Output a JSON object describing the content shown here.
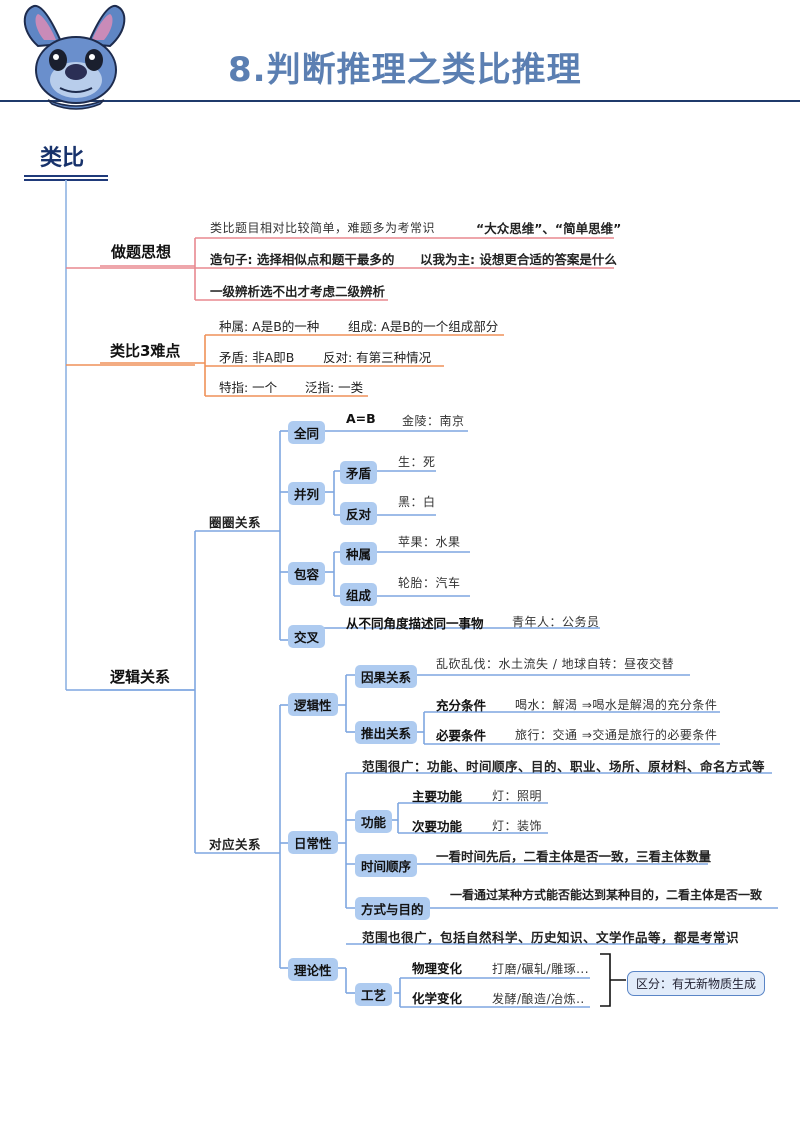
{
  "header": {
    "title": "8.判断推理之类比推理"
  },
  "section": {
    "title": "类比"
  },
  "thinking": {
    "label": "做题思想",
    "line1a": "类比题目相对比较简单，难题多为考常识",
    "line1b": "“大众思维”、“简单思维”",
    "line2a": "造句子: 选择相似点和题干最多的",
    "line2b": "以我为主: 设想更合适的答案是什么",
    "line3": "一级辨析选不出才考虑二级辨析"
  },
  "difficulty": {
    "label": "类比3难点",
    "r1a": "种属: A是B的一种",
    "r1b": "组成: A是B的一个组成部分",
    "r2a": "矛盾: 非A即B",
    "r2b": "反对: 有第三种情况",
    "r3a": "特指: 一个",
    "r3b": "泛指: 一类"
  },
  "logic": {
    "label": "逻辑关系",
    "set": {
      "label": "圈圈关系",
      "full": {
        "label": "全同",
        "text": "A=B",
        "example": "金陵：南京"
      },
      "parallel": {
        "label": "并列",
        "contra": {
          "label": "矛盾",
          "example": "生：死"
        },
        "oppose": {
          "label": "反对",
          "example": "黑：白"
        }
      },
      "include": {
        "label": "包容",
        "genus": {
          "label": "种属",
          "example": "苹果：水果"
        },
        "compose": {
          "label": "组成",
          "example": "轮胎：汽车"
        }
      },
      "cross": {
        "label": "交叉",
        "text": "从不同角度描述同一事物",
        "example": "青年人：公务员"
      }
    },
    "corr": {
      "label": "对应关系",
      "logical": {
        "label": "逻辑性",
        "cause": {
          "label": "因果关系",
          "example": "乱砍乱伐：水土流失 / 地球自转：昼夜交替"
        },
        "infer": {
          "label": "推出关系",
          "suff": {
            "label": "充分条件",
            "example": "喝水：解渴 ⇒喝水是解渴的充分条件"
          },
          "nec": {
            "label": "必要条件",
            "example": "旅行：交通 ⇒交通是旅行的必要条件"
          }
        }
      },
      "daily": {
        "label": "日常性",
        "scope": "范围很广：功能、时间顺序、目的、职业、场所、原材料、命名方式等",
        "func": {
          "label": "功能",
          "main": {
            "label": "主要功能",
            "example": "灯：照明"
          },
          "sec": {
            "label": "次要功能",
            "example": "灯：装饰"
          }
        },
        "time": {
          "label": "时间顺序",
          "text": "一看时间先后，二看主体是否一致，三看主体数量"
        },
        "purpose": {
          "label": "方式与目的",
          "text": "一看通过某种方式能否能达到某种目的，二看主体是否一致"
        }
      },
      "theory": {
        "label": "理论性",
        "scope": "范围也很广，包括自然科学、历史知识、文学作品等，都是考常识",
        "craft": {
          "label": "工艺",
          "phys": {
            "label": "物理变化",
            "example": "打磨/碾轧/雕琢..."
          },
          "chem": {
            "label": "化学变化",
            "example": "发酵/酿造/冶炼.."
          }
        },
        "note": "区分：有无新物质生成"
      }
    }
  },
  "colors": {
    "title": "#5b7fb2",
    "navy": "#17326b",
    "red": "#e8888f",
    "orange": "#ef9158",
    "blue": "#7ea6e0",
    "box": "#aecbf0"
  }
}
